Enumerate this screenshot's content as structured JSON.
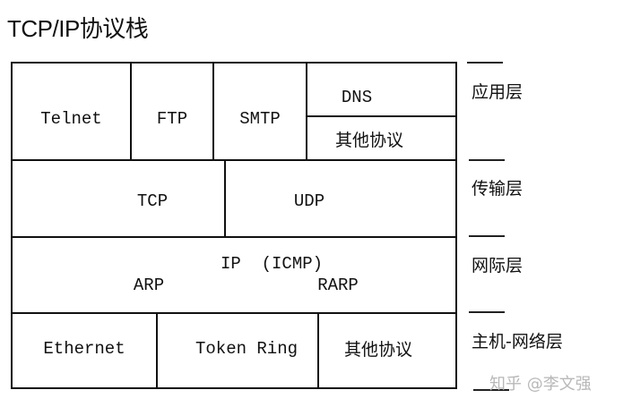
{
  "title": "TCP/IP协议栈",
  "stack": {
    "application": {
      "cells": [
        "Telnet",
        "FTP",
        "SMTP"
      ],
      "split_top": "DNS",
      "split_bottom": "其他协议"
    },
    "transport": {
      "cells": [
        "TCP",
        "UDP"
      ]
    },
    "internet": {
      "line1": "IP  (ICMP)",
      "arp": "ARP",
      "rarp": "RARP"
    },
    "link": {
      "cells": [
        "Ethernet",
        "Token Ring",
        "其他协议"
      ]
    }
  },
  "layers": [
    "应用层",
    "传输层",
    "网际层",
    "主机-网络层"
  ],
  "watermark": "知乎 @李文强"
}
